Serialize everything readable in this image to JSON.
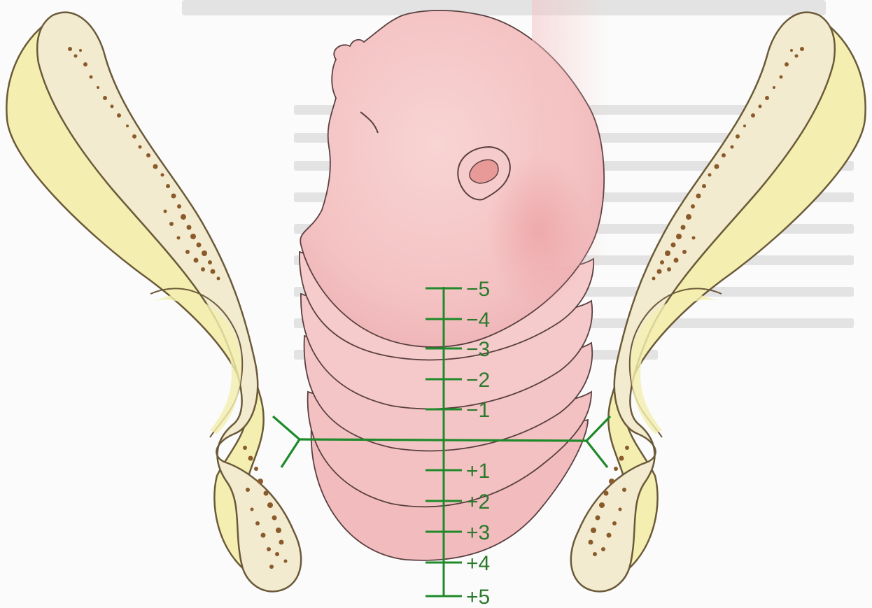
{
  "diagram": {
    "subject": "fetal head station relative to ischial spines",
    "scale_labels": [
      "−5",
      "−4",
      "−3",
      "−2",
      "−1",
      "+1",
      "+2",
      "+3",
      "+4",
      "+5"
    ],
    "colors": {
      "scale_green": "#1f8a2a",
      "bone_fill": "#f3ebcf",
      "bone_inner": "#f4efb0",
      "bone_outline": "#6b5a3a",
      "marrow": "#8a5a2b",
      "fetal_skin": "#f5c6c7",
      "ear": "#e79a98"
    }
  }
}
